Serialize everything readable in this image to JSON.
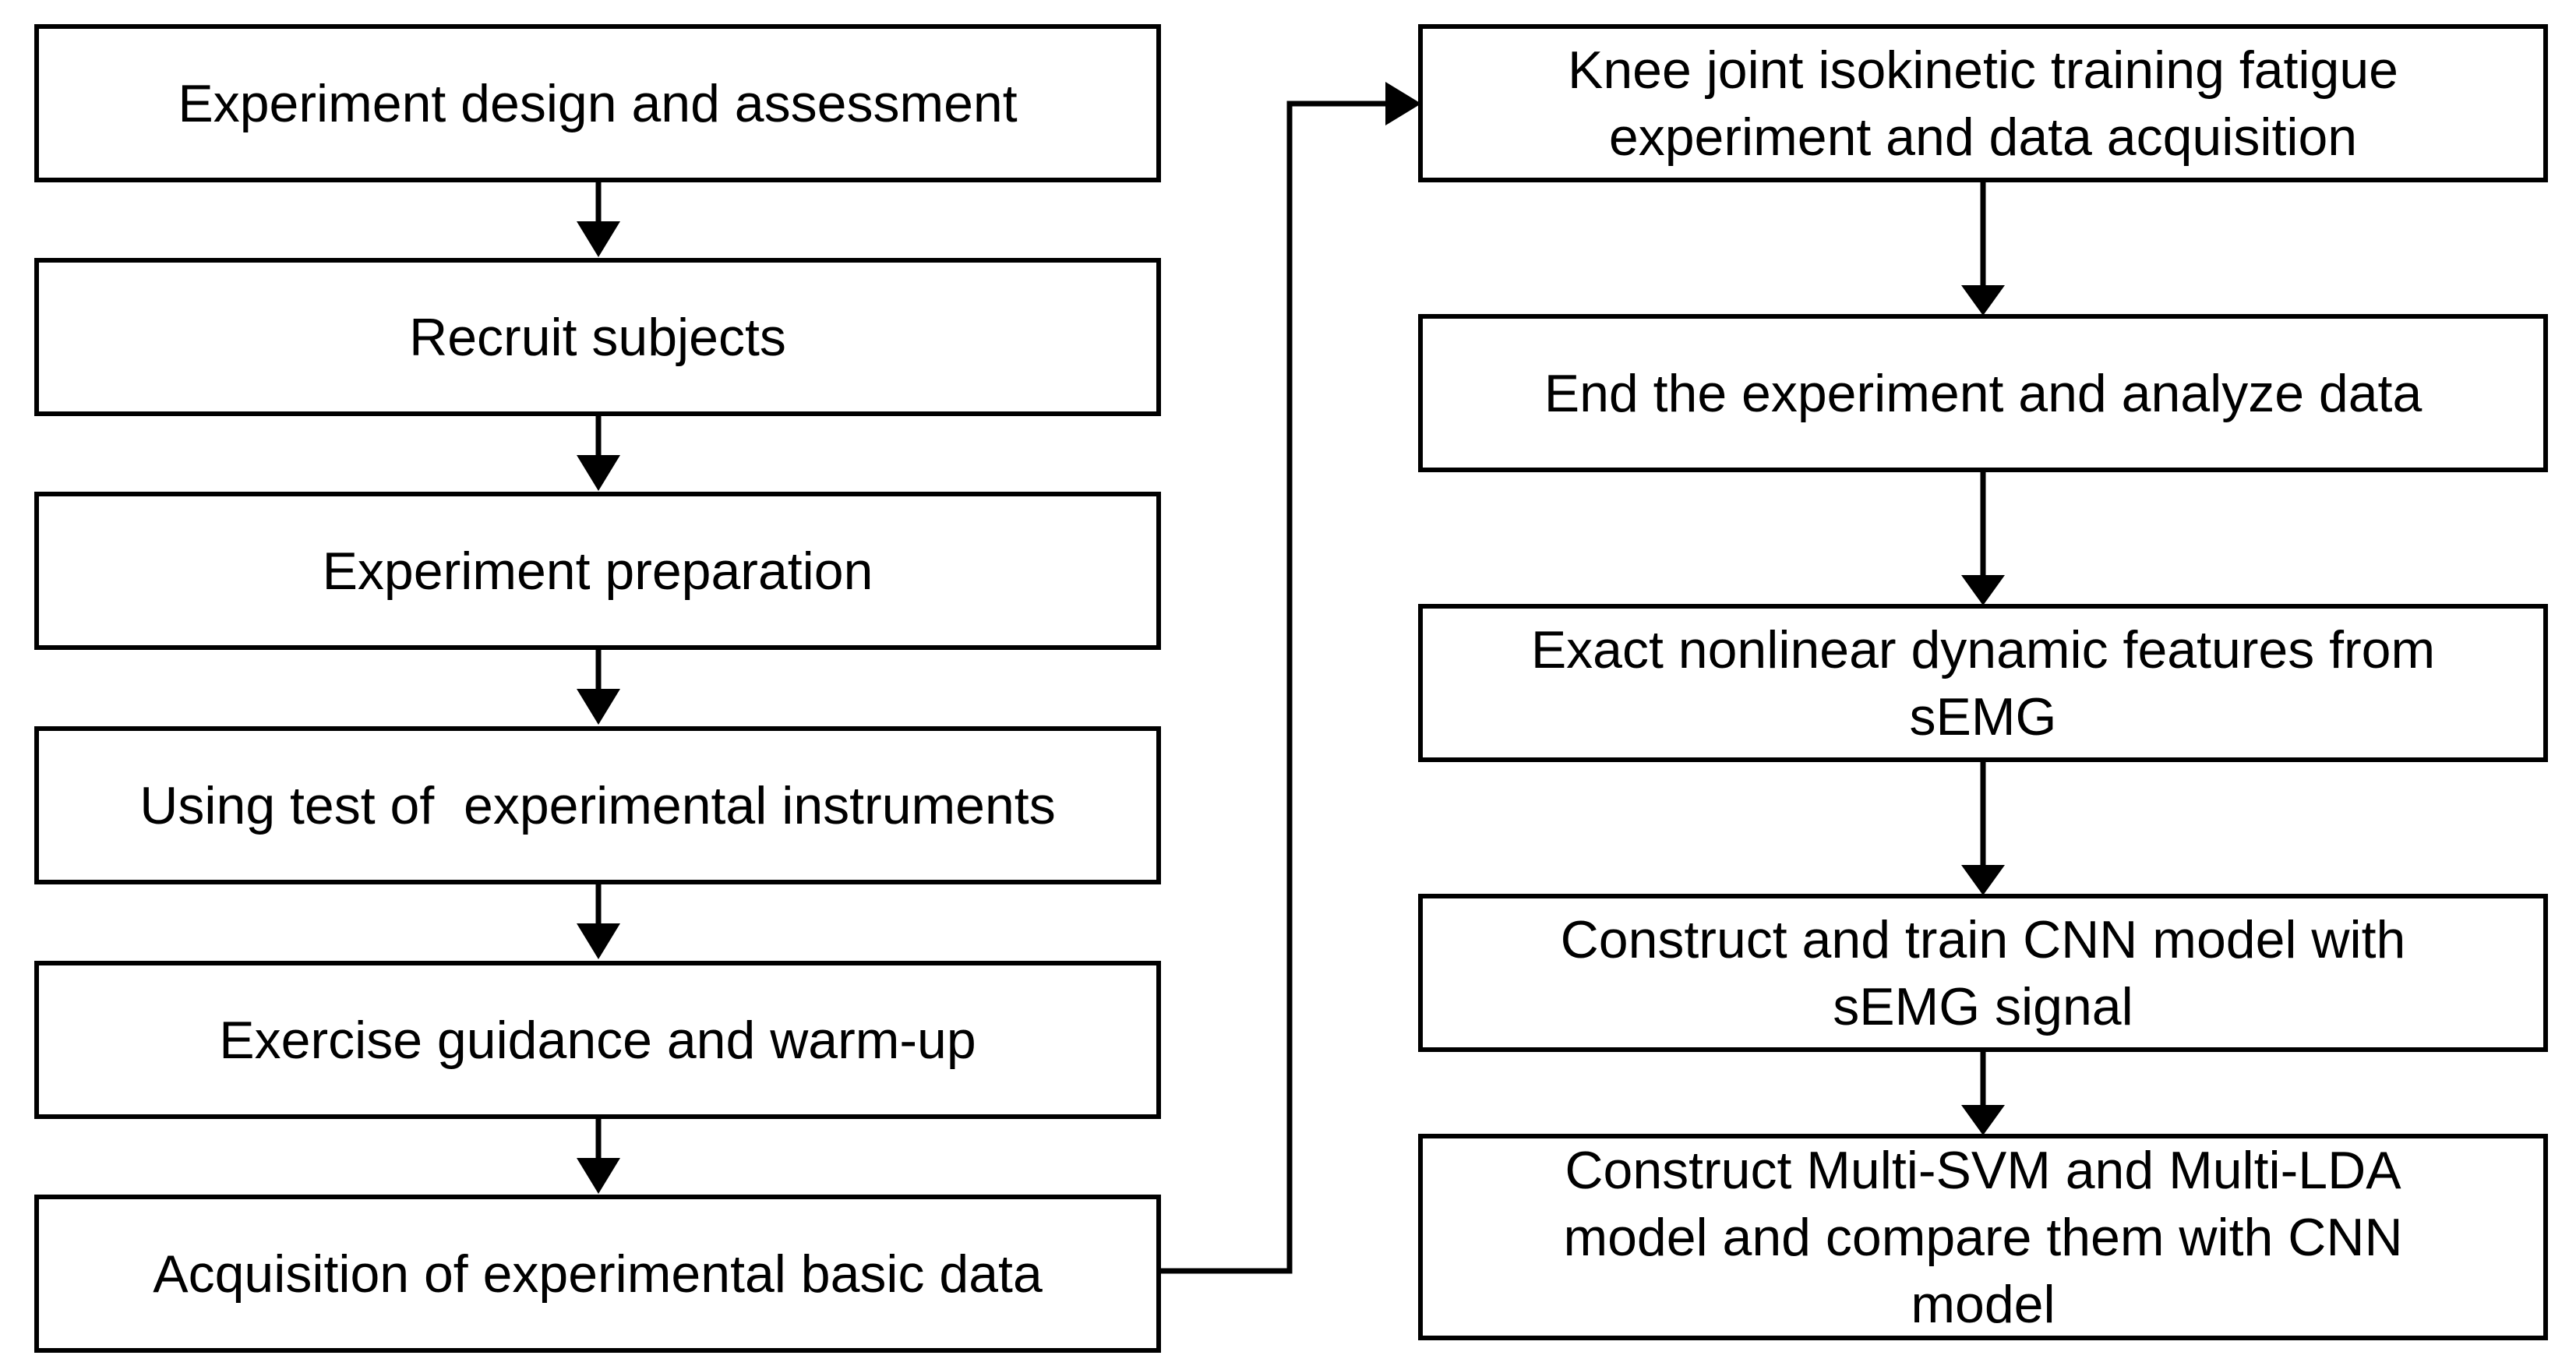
{
  "diagram": {
    "left_column": [
      "Experiment design and assessment",
      "Recruit subjects",
      "Experiment preparation",
      "Using test of  experimental instruments",
      "Exercise guidance and warm-up",
      "Acquisition of experimental basic data"
    ],
    "right_column": [
      "Knee joint isokinetic training fatigue\nexperiment and data acquisition",
      "End the experiment and analyze data",
      "Exact nonlinear dynamic features from\nsEMG",
      "Construct and train CNN model with\nsEMG signal",
      "Construct Multi-SVM and Multi-LDA\nmodel and compare them with CNN\nmodel"
    ]
  }
}
